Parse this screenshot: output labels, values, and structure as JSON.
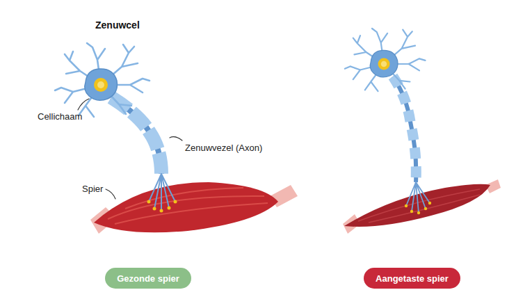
{
  "diagram": {
    "title": "Zenuwcel",
    "nodes": [
      {
        "text": [
          "Gezonde spier"
        ]
      },
      {
        "text": [
          "Aangetaste spier"
        ]
      }
    ],
    "labels": [
      "Cellichaam",
      "Zenuwvezel (Axon)",
      "Spier"
    ]
  }
}
